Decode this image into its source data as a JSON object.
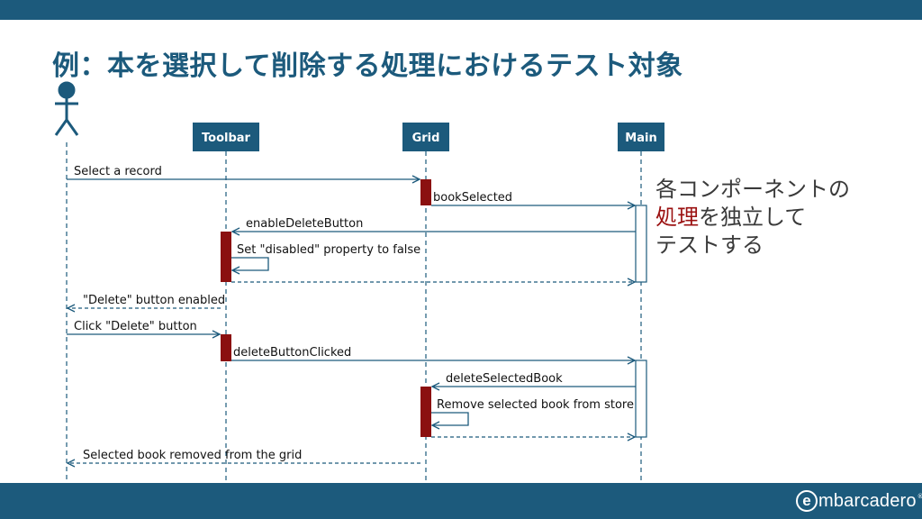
{
  "slide": {
    "title": "例：本を選択して削除する処理におけるテスト対象",
    "note": {
      "line1": "各コンポーネントの",
      "line2_highlight": "処理",
      "line2_rest": "を独立して",
      "line3": "テストする"
    },
    "brand": {
      "mark": "e",
      "name": "mbarcadero",
      "registered": "®"
    },
    "colors": {
      "band": "#1c5a7c",
      "participant": "#1c5a7c",
      "activation": "#8b1010",
      "highlight": "#9b1111"
    }
  },
  "diagram": {
    "actor": {
      "icon": "stick-figure-icon"
    },
    "participants": [
      "Toolbar",
      "Grid",
      "Main"
    ],
    "messages": [
      "Select a record",
      "bookSelected",
      "enableDeleteButton",
      "Set \"disabled\" property to false",
      "\"Delete\" button enabled",
      "Click \"Delete\" button",
      "deleteButtonClicked",
      "deleteSelectedBook",
      "Remove selected book from store",
      "Selected book removed from the grid"
    ]
  }
}
